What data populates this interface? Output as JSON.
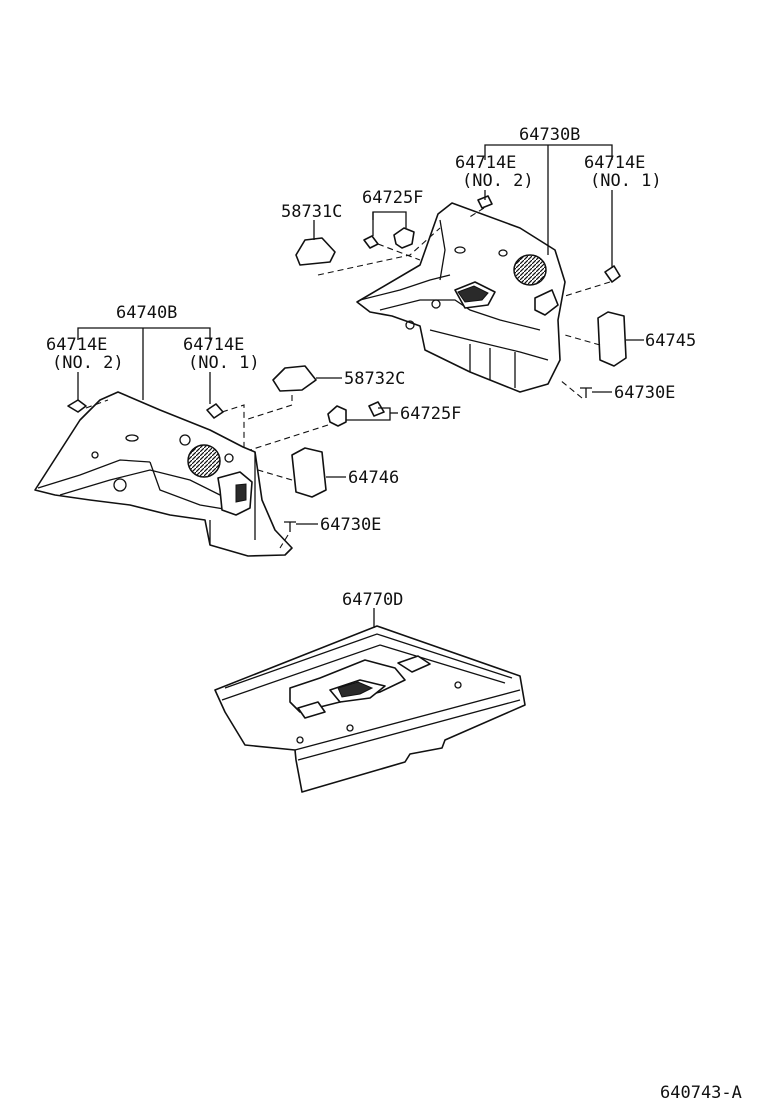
{
  "labels": {
    "p64730B": "64730B",
    "p64714E_no2_right": "64714E",
    "p64714E_no2_right_sub": "(NO. 2)",
    "p64714E_no1_right": "64714E",
    "p64714E_no1_right_sub": "(NO. 1)",
    "p58731C": "58731C",
    "p64725F_top": "64725F",
    "p64745": "64745",
    "p64730E_right": "64730E",
    "p64740B": "64740B",
    "p64714E_no2_left": "64714E",
    "p64714E_no2_left_sub": "(NO. 2)",
    "p64714E_no1_left": "64714E",
    "p64714E_no1_left_sub": "(NO. 1)",
    "p58732C": "58732C",
    "p64725F_mid": "64725F",
    "p64746": "64746",
    "p64730E_left": "64730E",
    "p64770D": "64770D",
    "figure_code": "640743-A"
  },
  "colors": {
    "ink": "#111111",
    "paper": "#ffffff"
  }
}
